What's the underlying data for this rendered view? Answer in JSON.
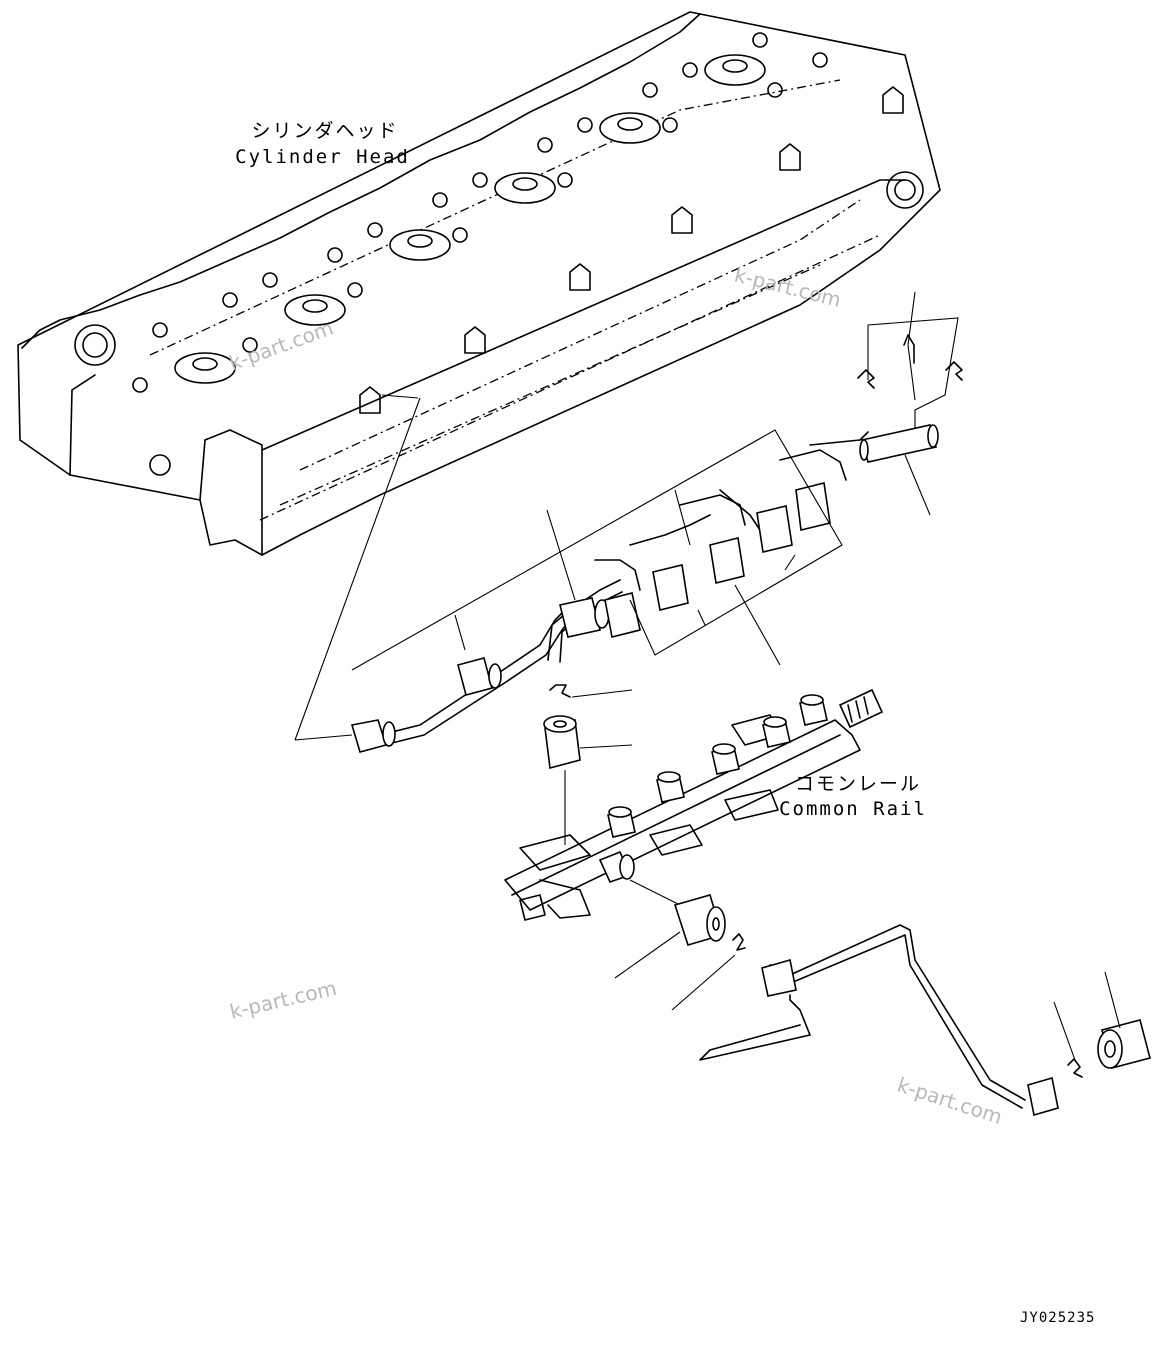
{
  "labels": {
    "cylinder_head_jp": "シリンダヘッド",
    "cylinder_head_en": "Cylinder Head",
    "common_rail_jp": "コモンレール",
    "common_rail_en": "Common Rail"
  },
  "watermarks": [
    "k-part.com",
    "k-part.com",
    "k-part.com",
    "k-part.com"
  ],
  "drawing_code": "JY025235",
  "colors": {
    "ink": "#000000",
    "watermark": "#b8b8b8",
    "background": "#ffffff"
  }
}
